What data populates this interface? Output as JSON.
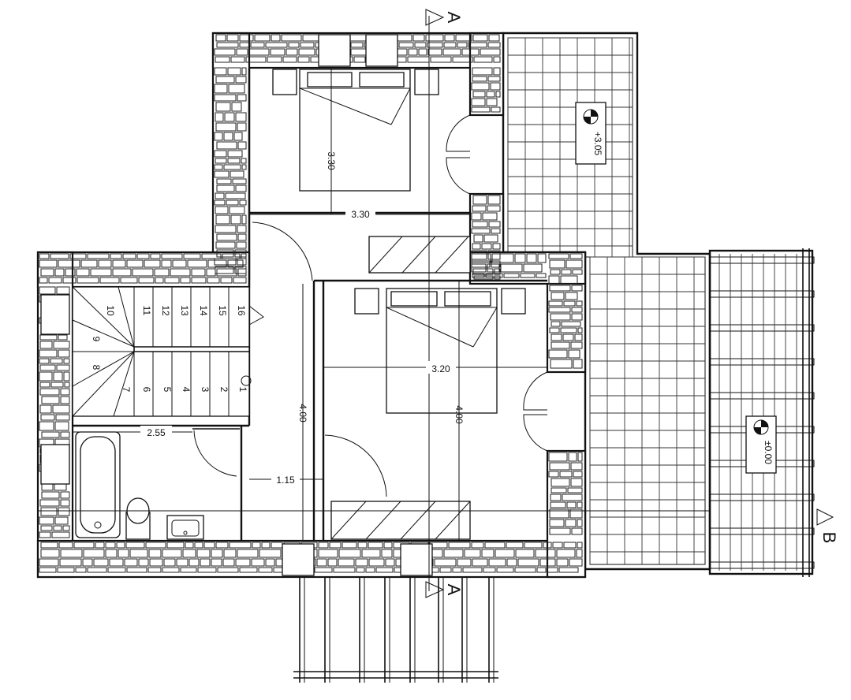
{
  "section_marks": {
    "top": "A",
    "bottom": "A",
    "right": "B"
  },
  "levels": {
    "terrace_upper": "+3.05",
    "terrace_lower": "±0.00"
  },
  "dimensions": {
    "bed1_depth": "3.30",
    "bed1_width": "3.30",
    "bed2_width": "3.20",
    "bed2_depth": "4.00",
    "hall_depth": "4.00",
    "bath_width": "2.55",
    "hall_width": "1.15"
  },
  "stair_steps": [
    "1",
    "2",
    "3",
    "4",
    "5",
    "6",
    "7",
    "8",
    "9",
    "10",
    "11",
    "12",
    "13",
    "14",
    "15",
    "16"
  ]
}
